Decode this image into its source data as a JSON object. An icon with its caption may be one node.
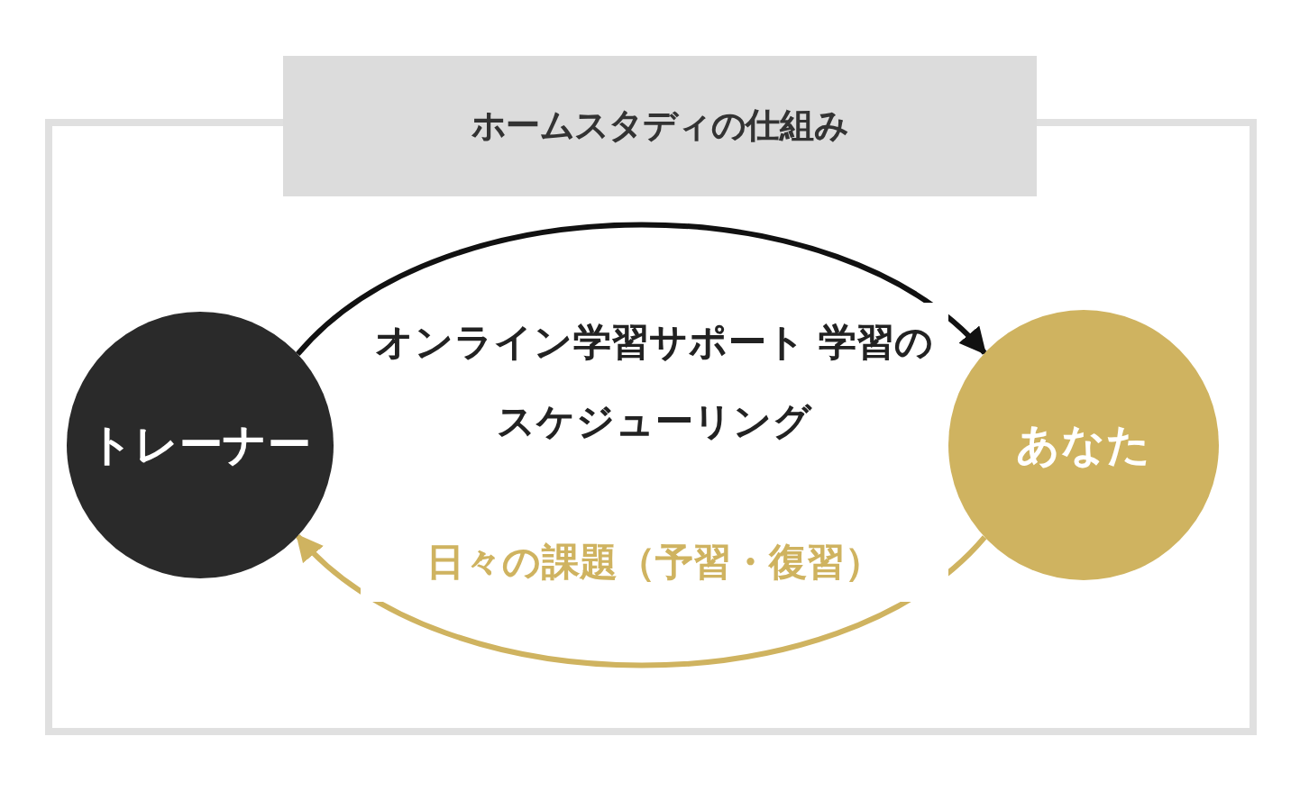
{
  "diagram": {
    "nodes": [
      {
        "text": [
          "ホームスタディの仕組み"
        ]
      },
      {
        "text": [
          "トレーナー"
        ],
        "in": 0
      },
      {
        "text": [
          "あなた"
        ],
        "in": 0
      }
    ],
    "edges": [
      {
        "from": 1,
        "to": 2,
        "arrow": "to",
        "label": "オンライン学習サポート 学習のスケジューリング"
      },
      {
        "from": 2,
        "to": 1,
        "arrow": "to",
        "label": "日々の課題（予習・復習）",
        "color": "#cfb360"
      }
    ]
  }
}
